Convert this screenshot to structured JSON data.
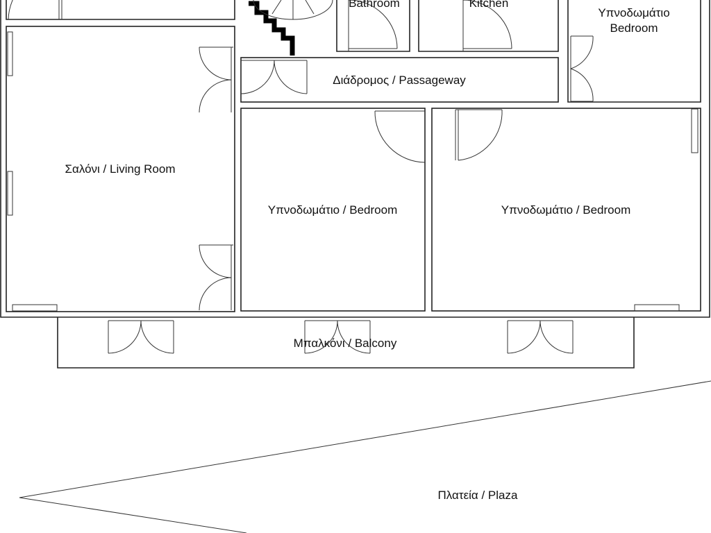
{
  "rooms": {
    "bathroom": "Bathroom",
    "kitchen": "Kitchen",
    "bedroom_top_gr": "Υπνοδωμάτιο",
    "bedroom_top_en": "Bedroom",
    "passageway": "Διάδρομος /  Passageway",
    "living_room": "Σαλόνι / Living Room",
    "bedroom_1": "Υπνοδωμάτιο / Bedroom",
    "bedroom_2": "Υπνοδωμάτιο / Bedroom",
    "balcony": "Μπαλκόνι / Balcony",
    "plaza": "Πλατεία / Plaza"
  }
}
